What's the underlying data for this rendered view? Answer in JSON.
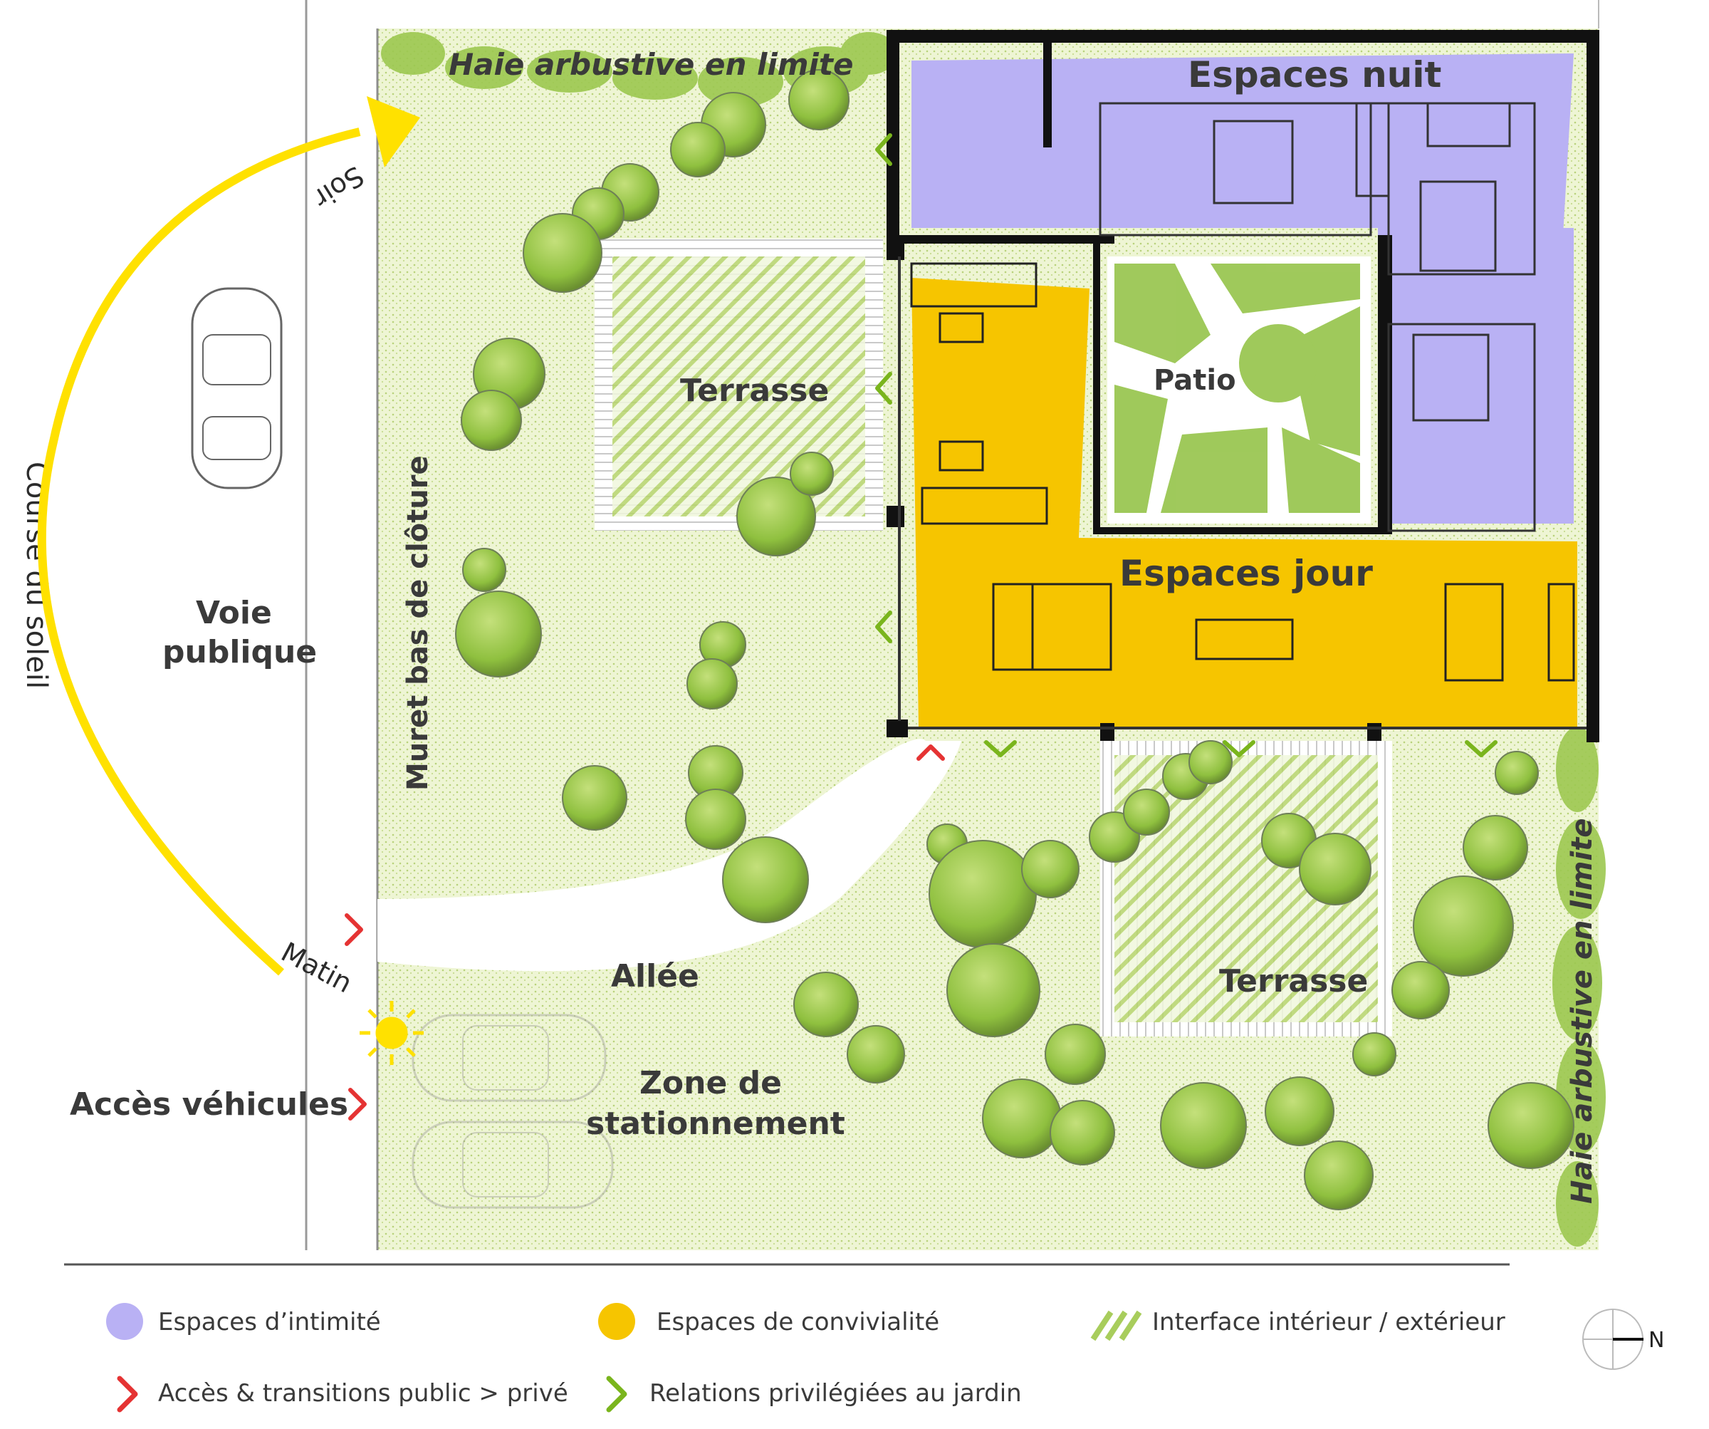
{
  "labels": {
    "haie_top": "Haie arbustive en limite",
    "haie_right": "Haie arbustive en limite",
    "espaces_nuit": "Espaces nuit",
    "espaces_jour": "Espaces jour",
    "patio": "Patio",
    "terrasse_west": "Terrasse",
    "terrasse_south": "Terrasse",
    "voie_line1": "Voie",
    "voie_line2": "publique",
    "muret": "Muret bas de clôture",
    "course_soleil": "Course du soleil",
    "soir": "Soir",
    "matin": "Matin",
    "allee": "Allée",
    "zone_line1": "Zone de",
    "zone_line2": "stationnement",
    "acces_vehicules": "Accès véhicules"
  },
  "legend": {
    "intimite": "Espaces d’intimité",
    "convivialite": "Espaces de convivialité",
    "interface": "Interface intérieur / extérieur",
    "acces": "Accès & transitions public > privé",
    "relations": "Relations privilégiées au jardin"
  },
  "compass": {
    "letter": "N"
  },
  "colors": {
    "garden": "#e4efbf",
    "tree": "#8fc03f",
    "night": "#b9b1f4",
    "day": "#f6c500",
    "sun": "#ffe100",
    "access_arrow": "#e53333",
    "garden_arrow": "#7ab51d",
    "wall": "#111111"
  }
}
